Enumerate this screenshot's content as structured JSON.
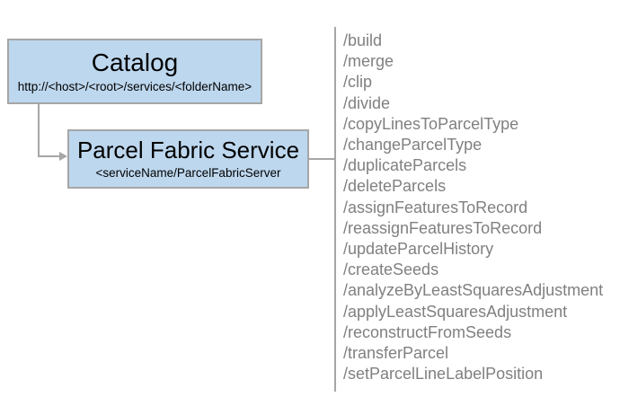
{
  "catalog": {
    "title": "Catalog",
    "url": "http://<host>/<root>/services/<folderName>"
  },
  "service": {
    "title": "Parcel Fabric Service",
    "subtitle": "<serviceName/ParcelFabricServer"
  },
  "endpoints": [
    "/build",
    "/merge",
    "/clip",
    "/divide",
    "/copyLinesToParcelType",
    "/changeParcelType",
    "/duplicateParcels",
    "/deleteParcels",
    "/assignFeaturesToRecord",
    "/reassignFeaturesToRecord",
    "/updateParcelHistory",
    "/createSeeds",
    "/analyzeByLeastSquaresAdjustment",
    "/applyLeastSquaresAdjustment",
    "/reconstructFromSeeds",
    "/transferParcel",
    "/setParcelLineLabelPosition"
  ],
  "colors": {
    "box_fill": "#bdd7ee",
    "box_border": "#a6a6a6",
    "connector": "#a6a6a6",
    "title_text": "#000000",
    "endpoint_text": "#808080",
    "background": "#ffffff"
  }
}
